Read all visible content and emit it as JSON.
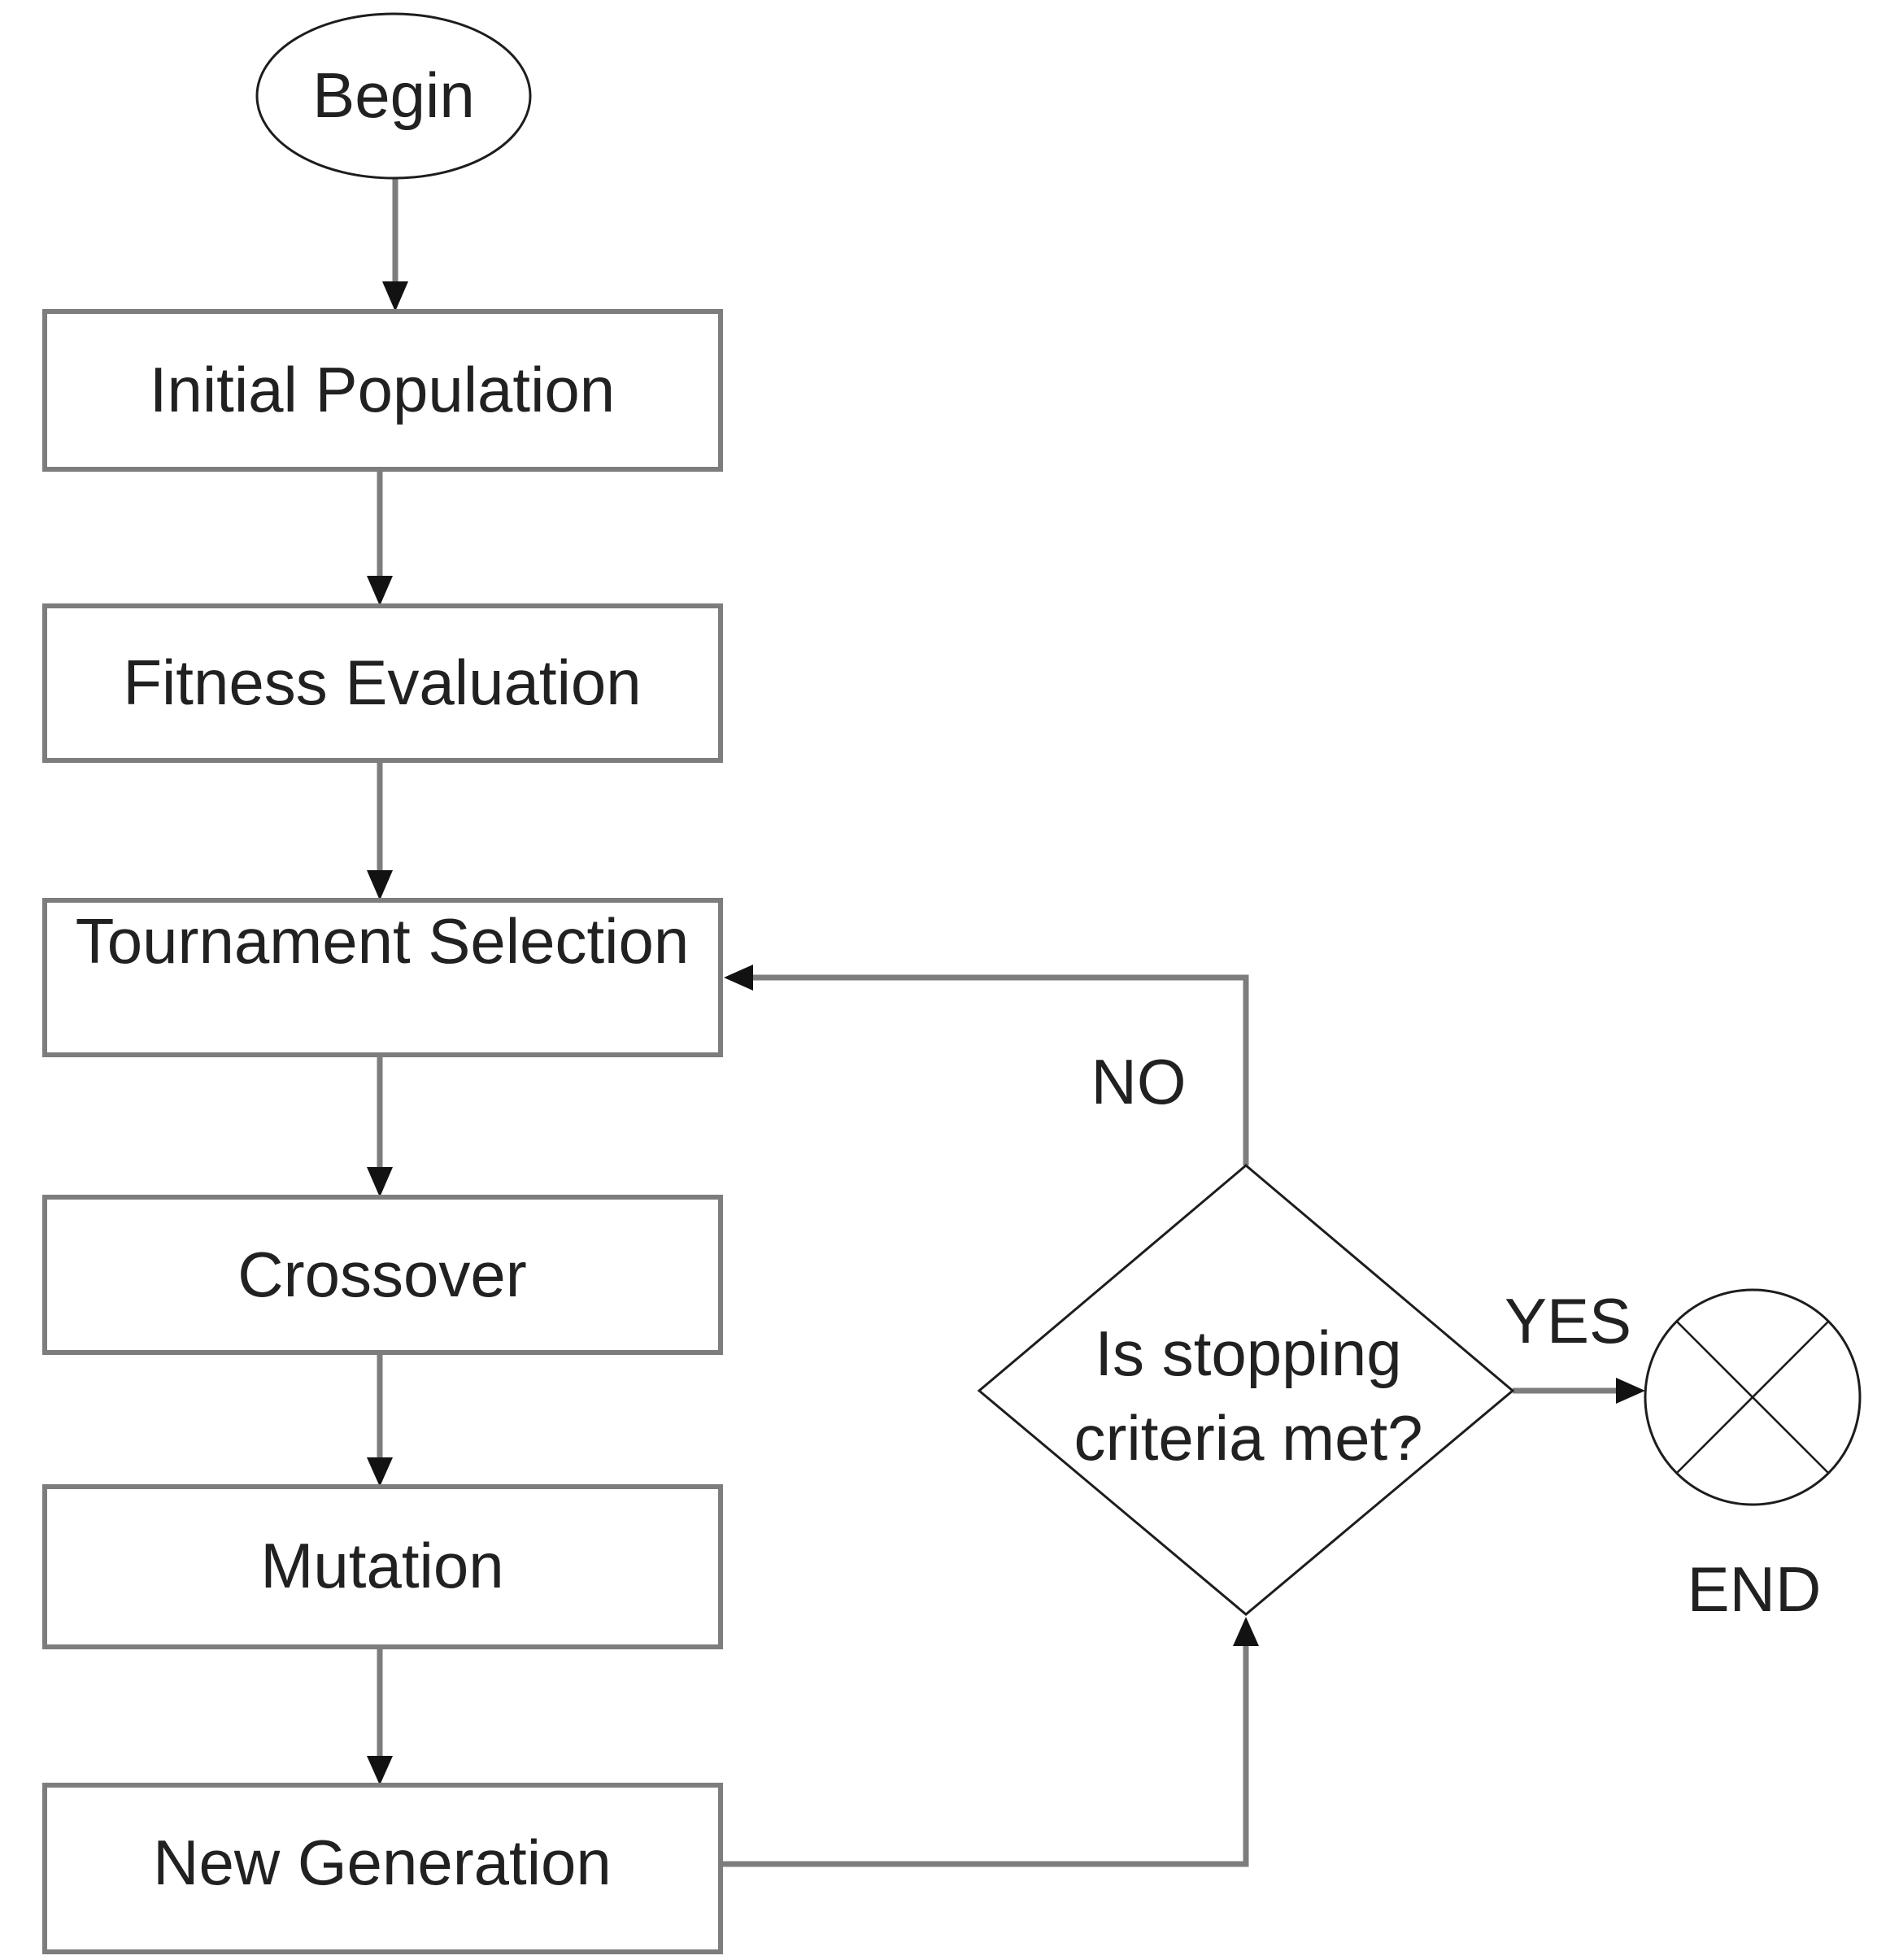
{
  "diagram": {
    "type": "flowchart",
    "background": "#ffffff",
    "colors": {
      "background": "#ffffff",
      "box_border": "#7d7d7d",
      "connector": "#7d7d7d",
      "arrowhead": "#121212",
      "shape_outline": "#1d1d1d",
      "text": "#212121"
    },
    "nodes": [
      {
        "id": "begin",
        "type": "terminator",
        "shape": "ellipse",
        "label": "Begin"
      },
      {
        "id": "initial-population",
        "type": "process",
        "shape": "rectangle",
        "label": "Initial Population"
      },
      {
        "id": "fitness-evaluation",
        "type": "process",
        "shape": "rectangle",
        "label": "Fitness Evaluation"
      },
      {
        "id": "tournament-selection",
        "type": "process",
        "shape": "rectangle",
        "label": "Tournament Selection"
      },
      {
        "id": "crossover",
        "type": "process",
        "shape": "rectangle",
        "label": "Crossover"
      },
      {
        "id": "mutation",
        "type": "process",
        "shape": "rectangle",
        "label": "Mutation"
      },
      {
        "id": "new-generation",
        "type": "process",
        "shape": "rectangle",
        "label": "New Generation"
      },
      {
        "id": "decision",
        "type": "decision",
        "shape": "diamond",
        "label": "Is stopping criteria met?",
        "label_line1": "Is stopping",
        "label_line2": "criteria met?"
      },
      {
        "id": "end",
        "type": "terminator",
        "shape": "circle-x",
        "label": "END"
      }
    ],
    "edges": [
      {
        "from": "begin",
        "to": "initial-population",
        "label": ""
      },
      {
        "from": "initial-population",
        "to": "fitness-evaluation",
        "label": ""
      },
      {
        "from": "fitness-evaluation",
        "to": "tournament-selection",
        "label": ""
      },
      {
        "from": "tournament-selection",
        "to": "crossover",
        "label": ""
      },
      {
        "from": "crossover",
        "to": "mutation",
        "label": ""
      },
      {
        "from": "mutation",
        "to": "new-generation",
        "label": ""
      },
      {
        "from": "new-generation",
        "to": "decision",
        "label": ""
      },
      {
        "from": "decision",
        "to": "tournament-selection",
        "label": "NO"
      },
      {
        "from": "decision",
        "to": "end",
        "label": "YES"
      }
    ]
  }
}
